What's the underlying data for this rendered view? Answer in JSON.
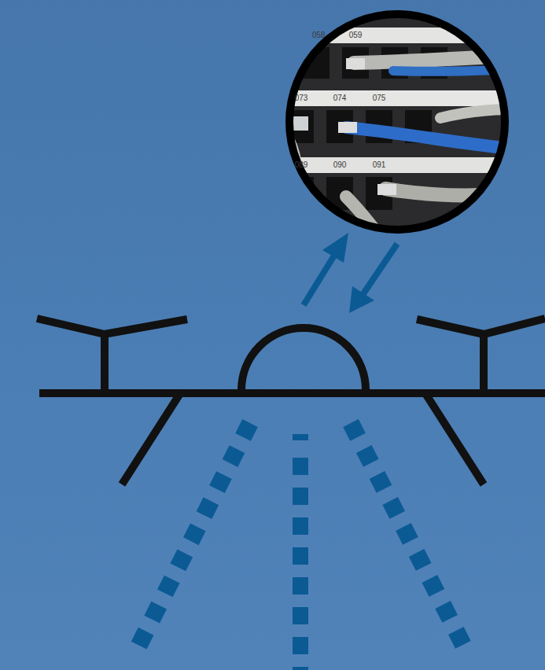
{
  "diagram": {
    "labels": [
      "058",
      "059",
      "073",
      "074",
      "075",
      "089",
      "090",
      "091"
    ]
  }
}
